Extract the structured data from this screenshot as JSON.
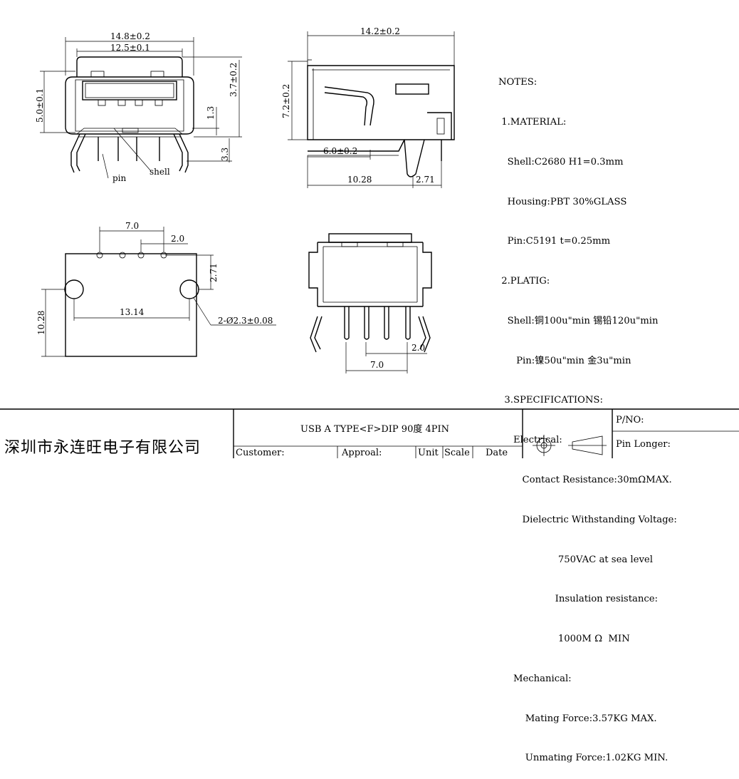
{
  "front_view": {
    "dim_width_outer": "14.8±0.2",
    "dim_width_inner": "12.5±0.1",
    "dim_height_left": "5.0±0.1",
    "dim_height_right": "3.7±0.2",
    "dim_small_1": "1.3",
    "dim_small_2": "3.3",
    "label_pin": "pin",
    "label_shell": "shell"
  },
  "side_view": {
    "dim_length": "14.2±0.2",
    "dim_height": "7.2±0.2",
    "dim_pin_offset": "6.0±0.2",
    "dim_bottom_len": "10.28",
    "dim_bottom_small": "2.71"
  },
  "pcb_view": {
    "dim_pin_span": "7.0",
    "dim_pin_pitch": "2.0",
    "dim_hole_offset": "2.71",
    "dim_hole_span": "13.14",
    "dim_height": "10.28",
    "dim_hole_dia": "2-Ø2.3±0.08"
  },
  "rear_view": {
    "dim_pitch": "2.0",
    "dim_span": "7.0"
  },
  "notes": [
    "NOTES:",
    " 1.MATERIAL:",
    "   Shell:C2680 H1=0.3mm",
    "   Housing:PBT 30%GLASS",
    "   Pin:C5191 t=0.25mm",
    " 2.PLATIG:",
    "   Shell:铜100u\"min 锡铅120u\"min",
    "      Pin:镍50u\"min 金3u\"min",
    "  3.SPECIFICATIONS:",
    "     Electrical:",
    "        Contact Resistance:30mΩMAX.",
    "        Dielectric Withstanding Voltage:",
    "                    750VAC at sea level",
    "                   Insulation resistance:",
    "                    1000M Ω  MIN",
    "     Mechanical:",
    "         Mating Force:3.57KG MAX.",
    "         Unmating Force:1.02KG MIN."
  ],
  "title_block": {
    "company": "深圳市永连旺电子有限公司",
    "part_title": "USB A TYPE<F>DIP 90度  4PIN",
    "customer_label": "Customer:",
    "approval_label": "Approal:",
    "unit_label": "Unit",
    "scale_label": "Scale",
    "date_label": "Date",
    "pno_label": "P/NO:",
    "pin_longer_label": "Pin Longer:"
  }
}
